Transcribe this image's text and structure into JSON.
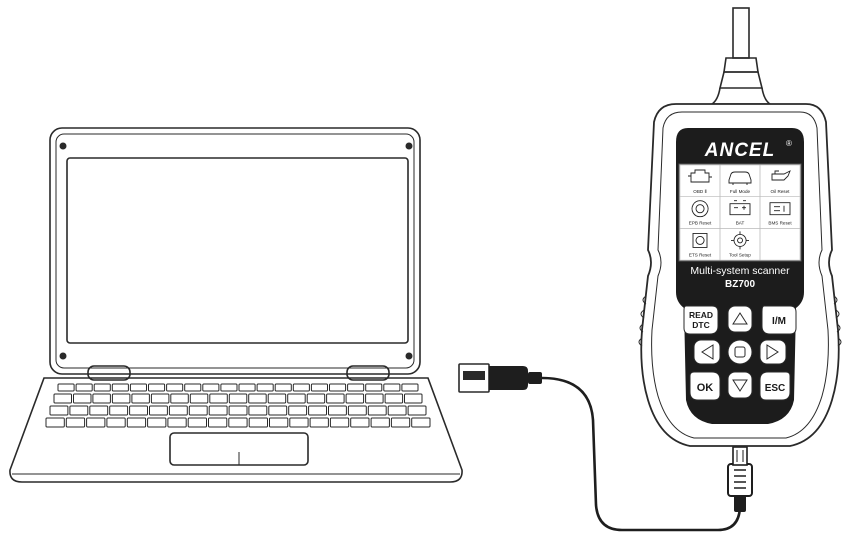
{
  "device": {
    "brand": "ANCEL",
    "registered": "®",
    "subtitle": "Multi-system scanner",
    "model": "BZ700",
    "menu": [
      {
        "label": "OBD Ⅱ",
        "icon": "engine-icon"
      },
      {
        "label": "Full Mode",
        "icon": "car-icon"
      },
      {
        "label": "Oil Reset",
        "icon": "oil-can-icon"
      },
      {
        "label": "EPB Reset",
        "icon": "brake-disc-icon"
      },
      {
        "label": "BAT",
        "icon": "battery-icon"
      },
      {
        "label": "BMS Reset",
        "icon": "bms-icon"
      },
      {
        "label": "ETS Reset",
        "icon": "throttle-icon"
      },
      {
        "label": "Tool Setup",
        "icon": "gear-icon"
      }
    ],
    "buttons": {
      "read_top": "READ",
      "read_bottom": "DTC",
      "im": "I/M",
      "ok": "OK",
      "esc": "ESC"
    }
  }
}
